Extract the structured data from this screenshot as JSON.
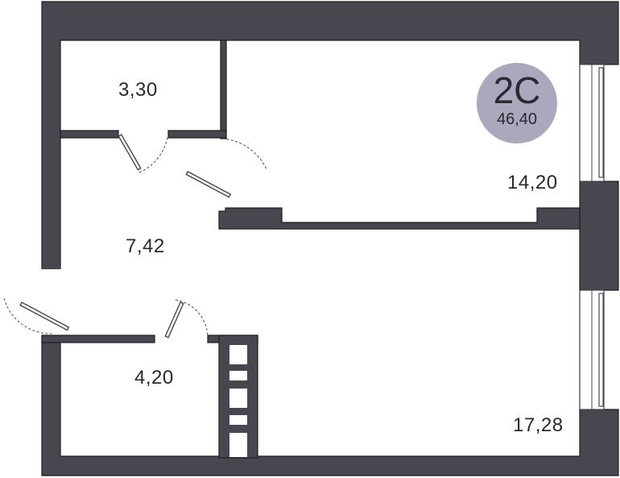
{
  "colors": {
    "wall": "#48464f",
    "badge": "#a9a8bd",
    "text": "#2a2930"
  },
  "apartment": {
    "type": "2С",
    "total_area": "46,40"
  },
  "rooms": [
    {
      "id": "storage",
      "area": "3,30"
    },
    {
      "id": "hall",
      "area": "7,42"
    },
    {
      "id": "bathroom",
      "area": "4,20"
    },
    {
      "id": "kitchen-living",
      "area": "14,20"
    },
    {
      "id": "bedroom",
      "area": "17,28"
    }
  ]
}
